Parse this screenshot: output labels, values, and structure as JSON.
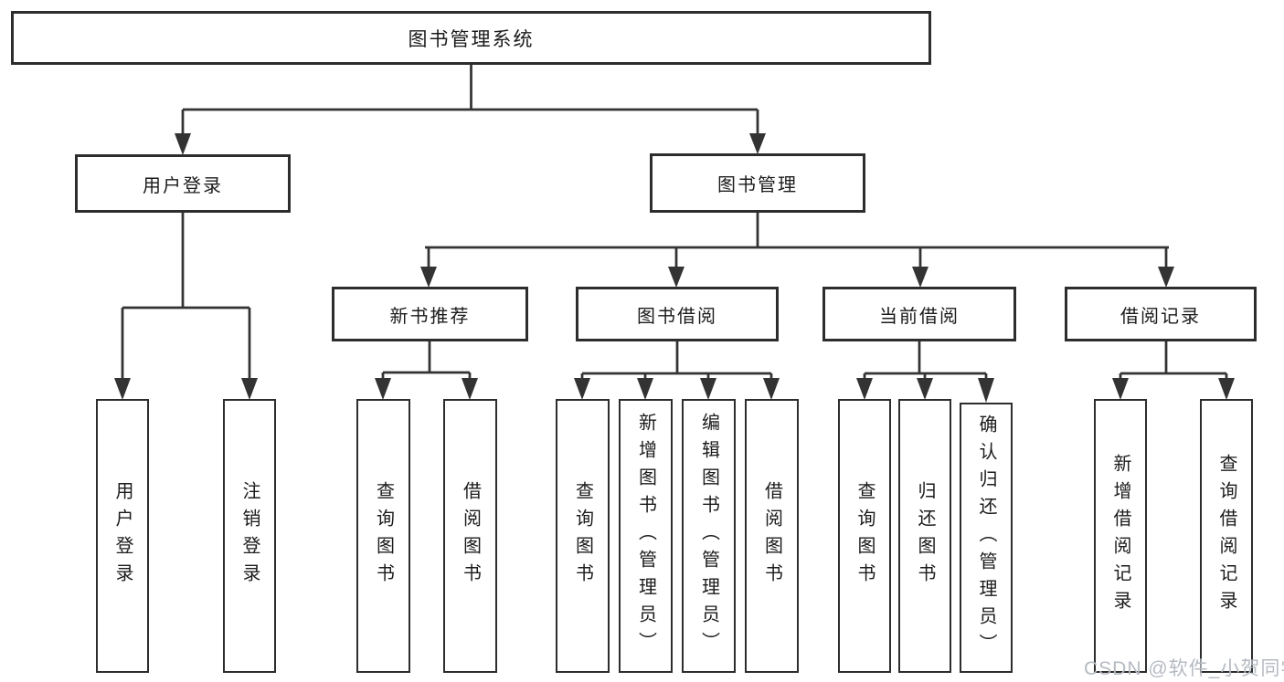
{
  "root": {
    "label": "图书管理系统"
  },
  "level2": [
    {
      "label": "用户登录"
    },
    {
      "label": "图书管理"
    }
  ],
  "level3": [
    {
      "label": "新书推荐"
    },
    {
      "label": "图书借阅"
    },
    {
      "label": "当前借阅"
    },
    {
      "label": "借阅记录"
    }
  ],
  "leaves": {
    "user_login": [
      "用户登录",
      "注销登录"
    ],
    "new_book": [
      "查询图书",
      "借阅图书"
    ],
    "book_borrow": [
      "查询图书",
      "新增图书（管理员）",
      "编辑图书（管理员）",
      "借阅图书"
    ],
    "current_borrow": [
      "查询图书",
      "归还图书",
      "确认归还（管理员）"
    ],
    "borrow_records": [
      "新增借阅记录",
      "查询借阅记录"
    ]
  },
  "watermark": {
    "text": "CSDN @软件_小贺同学"
  },
  "colors": {
    "line": "#333333",
    "border": "#2d2d2d",
    "text": "#1b1b1b",
    "watermark": "#b5bac2",
    "background": "#ffffff"
  }
}
